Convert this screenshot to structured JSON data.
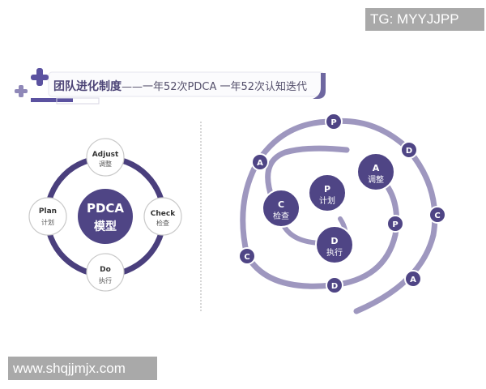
{
  "watermarks": {
    "top_right": "TG: MYYJJPP",
    "bottom_left": "www.shqjjmjx.com"
  },
  "header": {
    "title_bold": "团队进化制度",
    "title_rest": "——一年52次PDCA  一年52次认知迭代"
  },
  "colors": {
    "primary": "#4f4585",
    "ring": "#4a3f7d",
    "spiral": "#9e97bf",
    "node_light": "#ffffff",
    "divider": "#c8c8c8"
  },
  "pdca_model": {
    "center_line1": "PDCA",
    "center_line2": "模型",
    "nodes": [
      {
        "en": "Adjust",
        "zh": "调整"
      },
      {
        "en": "Check",
        "zh": "检查"
      },
      {
        "en": "Do",
        "zh": "执行"
      },
      {
        "en": "Plan",
        "zh": "计划"
      }
    ]
  },
  "spiral": {
    "inner_nodes": [
      {
        "letter": "P",
        "zh": "计划"
      },
      {
        "letter": "D",
        "zh": "执行"
      },
      {
        "letter": "C",
        "zh": "检查"
      },
      {
        "letter": "A",
        "zh": "调整"
      }
    ],
    "outer_nodes": [
      "P",
      "D",
      "C",
      "A",
      "P",
      "D",
      "C",
      "A"
    ]
  }
}
